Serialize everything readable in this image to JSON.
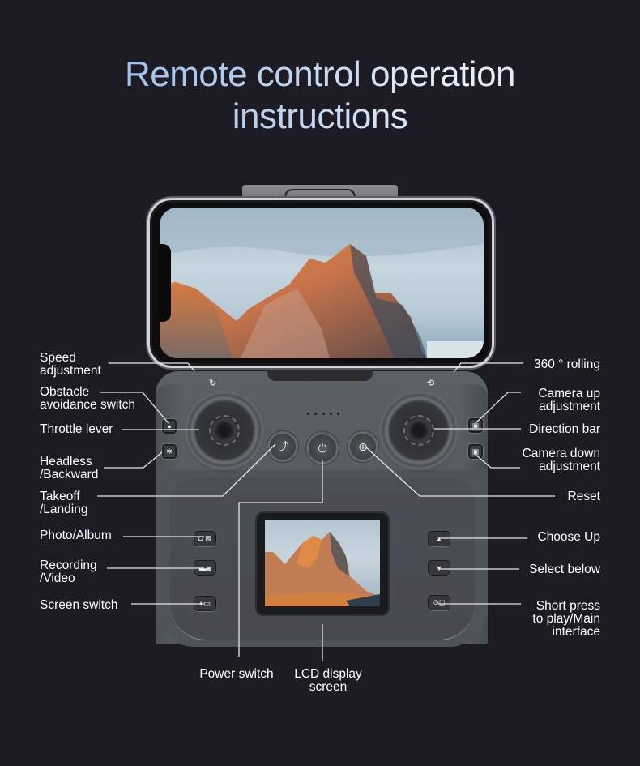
{
  "title": "Remote control operation\ninstructions",
  "title_line1": "Remote control operation",
  "title_line2": "instructions",
  "colors": {
    "background": "#1d1b24",
    "title_gradient_start": "#8fb6e6",
    "title_gradient_end": "#e6eef9",
    "controller_body": "#565b62",
    "label_text": "#ffffff"
  },
  "controller": {
    "brand_left_icon": "fly-mode-icon",
    "brand_left_text": "↻",
    "brand_right_icon": "rotate-360-icon",
    "brand_right_text": "⟲",
    "indicator_dots": 5,
    "phone_screen": "mountain-landscape",
    "lcd_screen": "mountain-landscape",
    "buttons": {
      "takeoff_glyph": "⤴",
      "power_glyph": "⏻",
      "reset_glyph": "⊕",
      "obstacle_glyph": "●",
      "headless_glyph": "✲",
      "camera_up_glyph": "▣",
      "camera_down_glyph": "▣",
      "photo_glyph": "◘ ⊠",
      "record_glyph": "▬◙",
      "screen_switch_glyph": "◐▭",
      "choose_up_glyph": "▲",
      "select_below_glyph": "▼",
      "play_glyph": "⊙◻"
    }
  },
  "labels": {
    "left": [
      {
        "id": "speed",
        "text": "Speed\nadjustment"
      },
      {
        "id": "obstacle",
        "text": "Obstacle\navoidance switch"
      },
      {
        "id": "throttle",
        "text": "Throttle lever"
      },
      {
        "id": "headless",
        "text": "Headless\n/Backward"
      },
      {
        "id": "takeoff",
        "text": "Takeoff\n/Landing"
      },
      {
        "id": "photo",
        "text": "Photo/Album"
      },
      {
        "id": "recording",
        "text": "Recording\n/Video"
      },
      {
        "id": "screen_switch",
        "text": "Screen switch"
      }
    ],
    "right": [
      {
        "id": "rolling",
        "text": "360 ° rolling"
      },
      {
        "id": "camera_up",
        "text": "Camera up\nadjustment"
      },
      {
        "id": "direction",
        "text": "Direction bar"
      },
      {
        "id": "camera_down",
        "text": "Camera down\nadjustment"
      },
      {
        "id": "reset",
        "text": "Reset"
      },
      {
        "id": "choose_up",
        "text": "Choose Up"
      },
      {
        "id": "select_below",
        "text": "Select below"
      },
      {
        "id": "short_press",
        "text": "Short press\nto play/Main\ninterface"
      }
    ],
    "bottom": [
      {
        "id": "power",
        "text": "Power switch"
      },
      {
        "id": "lcd",
        "text": "LCD display\nscreen"
      }
    ]
  }
}
